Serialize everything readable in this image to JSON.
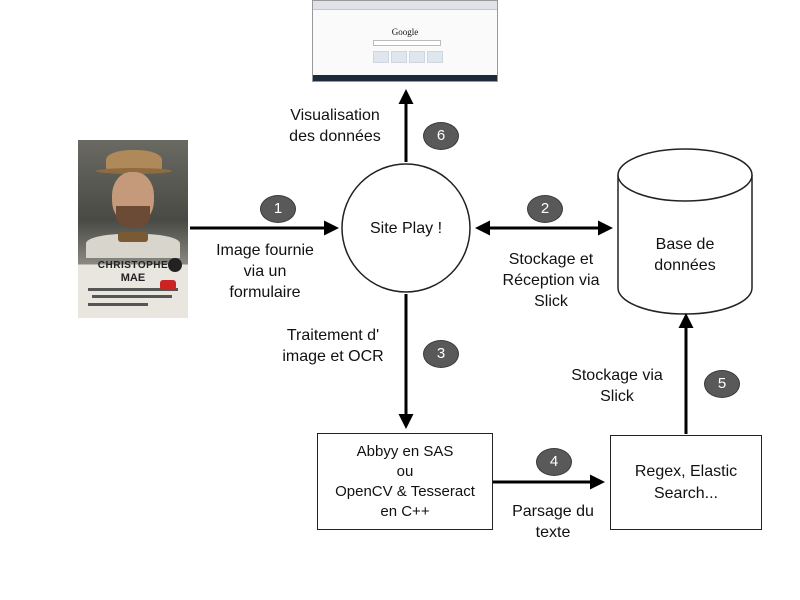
{
  "screenshot": {
    "logo": "Google"
  },
  "poster": {
    "title_line1": "CHRISTOPHE",
    "title_line2": "MAE"
  },
  "nodes": {
    "site": "Site Play !",
    "database": [
      "Base de",
      "données"
    ],
    "ocr_box": [
      "Abbyy en SAS",
      "ou",
      "OpenCV & Tesseract",
      "en C++"
    ],
    "regex_box": [
      "Regex, Elastic",
      "Search..."
    ]
  },
  "steps": [
    {
      "number": "1",
      "label": [
        "Image fournie",
        "via un",
        "formulaire"
      ]
    },
    {
      "number": "2",
      "label": [
        "Stockage et",
        "Réception via",
        "Slick"
      ]
    },
    {
      "number": "3",
      "label": [
        "Traitement d'",
        "image et OCR"
      ]
    },
    {
      "number": "4",
      "label": [
        "Parsage du",
        "texte"
      ]
    },
    {
      "number": "5",
      "label": [
        "Stockage via",
        "Slick"
      ]
    },
    {
      "number": "6",
      "label": [
        "Visualisation",
        "des données"
      ]
    }
  ],
  "colors": {
    "badge_fill": "#595959",
    "line": "#000000"
  }
}
